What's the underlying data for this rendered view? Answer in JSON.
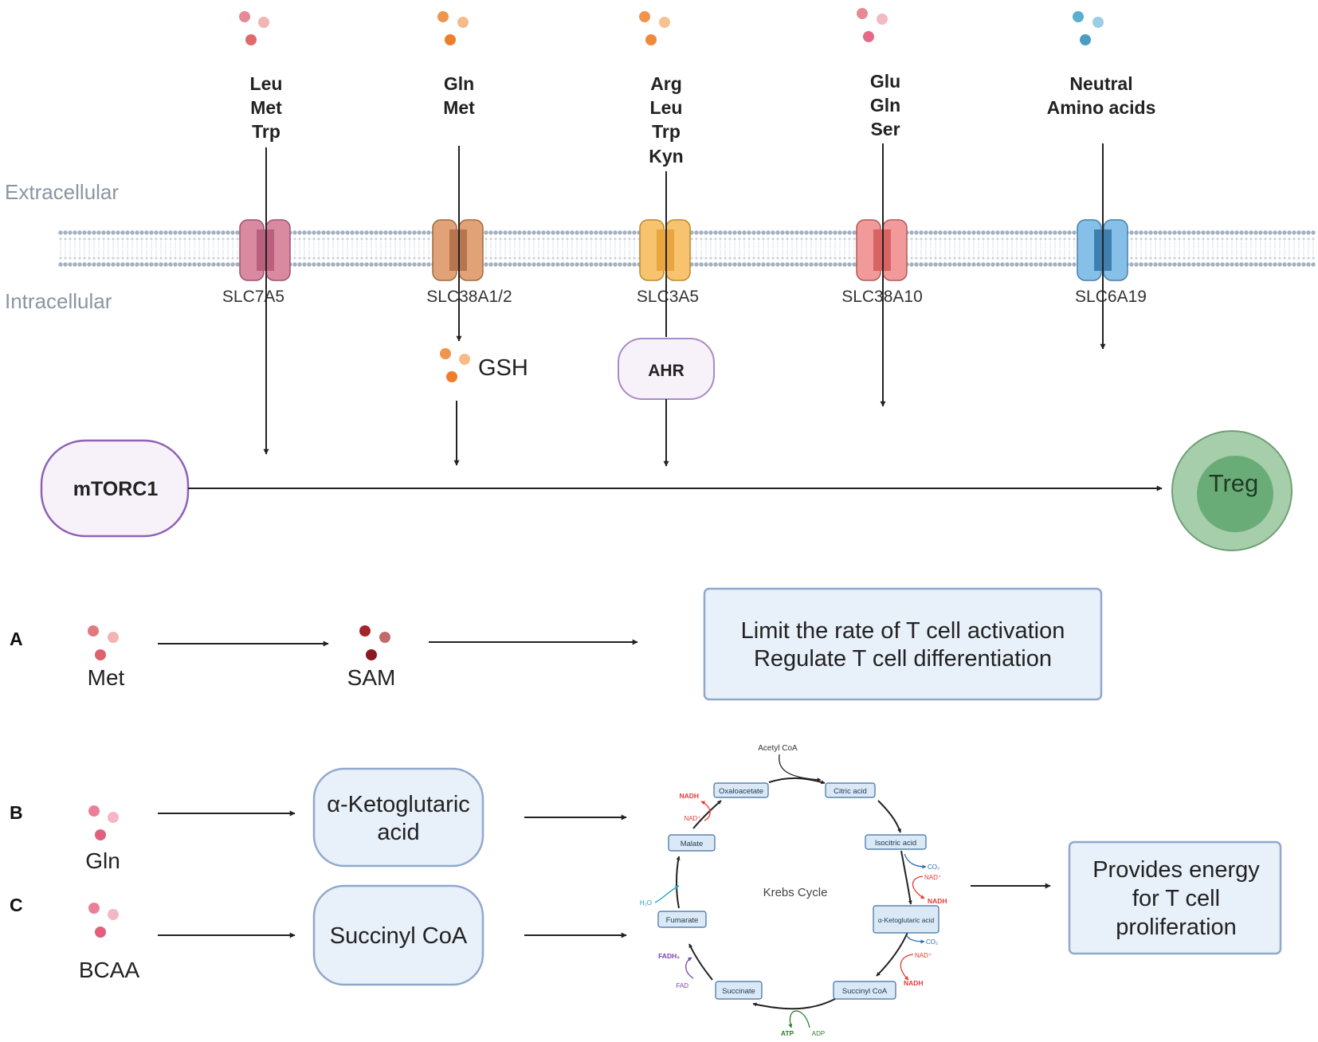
{
  "regions": {
    "extracellular": "Extracellular",
    "intracellular": "Intracellular"
  },
  "transporters": [
    {
      "substrates": [
        "Leu",
        "Met",
        "Trp"
      ],
      "name": "SLC7A5",
      "color": "#c97a92"
    },
    {
      "substrates": [
        "Gln",
        "Met"
      ],
      "name": "SLC38A1/2",
      "color": "#d99a74"
    },
    {
      "substrates": [
        "Arg",
        "Leu",
        "Trp",
        "Kyn"
      ],
      "name": "SLC3A5",
      "color": "#f5bd6a"
    },
    {
      "substrates": [
        "Glu",
        "Gln",
        "Ser"
      ],
      "name": "SLC38A10",
      "color": "#ee8f8f"
    },
    {
      "substrates": [
        "Neutral",
        "Amino acids"
      ],
      "name": "SLC6A19",
      "color": "#7ab6de"
    }
  ],
  "intermediates": {
    "gsh": "GSH",
    "ahr": "AHR"
  },
  "hub": {
    "mtorc1": "mTORC1",
    "treg": "Treg"
  },
  "pathways": {
    "a": {
      "letter": "A",
      "input": "Met",
      "product": "SAM",
      "outcome_line1": "Limit the rate of T cell activation",
      "outcome_line2": "Regulate T cell differentiation"
    },
    "b": {
      "letter": "B",
      "input": "Gln",
      "product_line1": "α-Ketoglutaric",
      "product_line2": "acid"
    },
    "c": {
      "letter": "C",
      "input": "BCAA",
      "product": "Succinyl CoA"
    },
    "outcome_bc": {
      "line1": "Provides energy",
      "line2": "for T cell",
      "line3": "proliferation"
    }
  },
  "krebs": {
    "title": "Krebs Cycle",
    "acetyl_coa": "Acetyl CoA",
    "nodes": [
      "Oxaloacetate",
      "Citric acid",
      "Isocitric acid",
      "α-Ketoglutaric acid",
      "Succinyl CoA",
      "Succinate",
      "Fumarate",
      "Malate"
    ],
    "co2_1": "CO₂",
    "nad_1": "NAD⁺",
    "nadh_1": "NADH",
    "co2_2": "CO₂",
    "nad_2": "NAD⁺",
    "nadh_2": "NADH",
    "atp": "ATP",
    "adp": "ADP",
    "fadh2": "FADH₂",
    "fad": "FAD",
    "h2o": "H₂O",
    "nad_3": "NAD⁺",
    "nadh_3": "NADH"
  }
}
